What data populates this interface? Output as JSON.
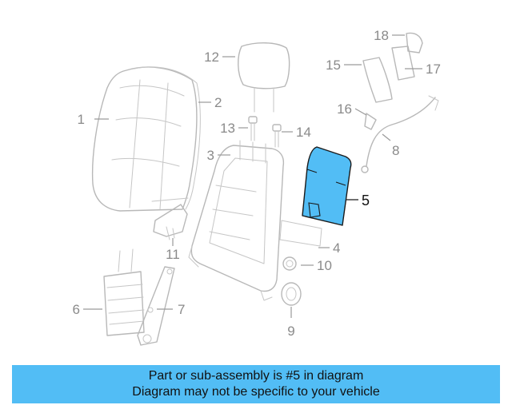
{
  "diagram": {
    "labels": {
      "p1": "1",
      "p2": "2",
      "p3": "3",
      "p4": "4",
      "p5": "5",
      "p6": "6",
      "p7": "7",
      "p8": "8",
      "p9": "9",
      "p10": "10",
      "p11": "11",
      "p12": "12",
      "p13": "13",
      "p14": "14",
      "p15": "15",
      "p16": "16",
      "p17": "17",
      "p18": "18"
    },
    "highlighted_part": "5",
    "colors": {
      "highlight_fill": "#52bdf5",
      "line": "#b8b8b8",
      "banner_bg": "#52bdf5"
    }
  },
  "banner": {
    "line1": "Part or sub-assembly is #5 in diagram",
    "line2": "Diagram may not be specific to your vehicle"
  }
}
